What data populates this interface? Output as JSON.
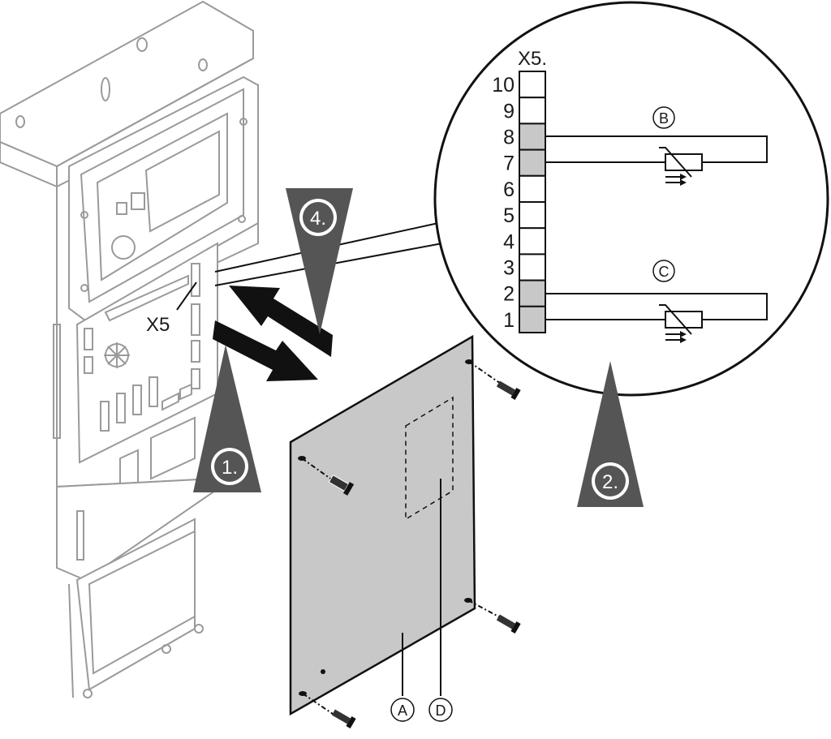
{
  "terminal": {
    "name": "X5.",
    "pins": [
      "10",
      "9",
      "8",
      "7",
      "6",
      "5",
      "4",
      "3",
      "2",
      "1"
    ],
    "pin_colors": [
      "#ffffff",
      "#ffffff",
      "#c8c8c8",
      "#c8c8c8",
      "#ffffff",
      "#ffffff",
      "#ffffff",
      "#ffffff",
      "#c8c8c8",
      "#c8c8c8"
    ]
  },
  "board_label": "X5",
  "steps": [
    "1.",
    "2.",
    "4."
  ],
  "callouts": {
    "b": "B",
    "c": "C",
    "a": "A",
    "d": "D"
  },
  "colors": {
    "step_fill": "#555555",
    "plate_fill": "#c8c8c8",
    "housing_stroke": "#9a9a9a",
    "ink": "#111111"
  }
}
